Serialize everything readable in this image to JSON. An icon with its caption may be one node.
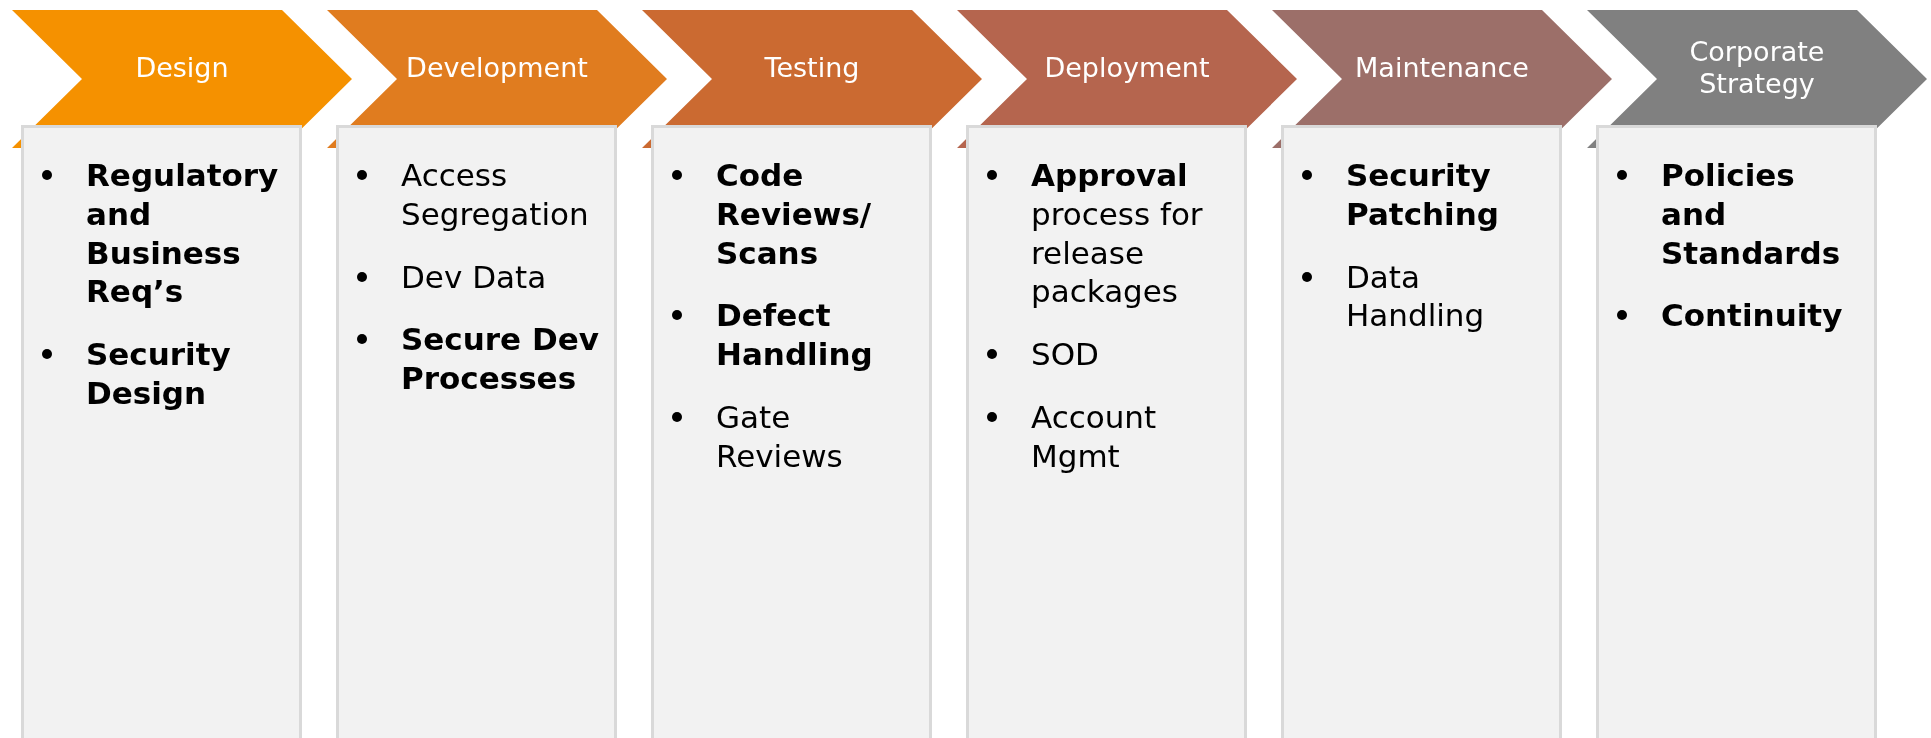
{
  "diagram": {
    "nodes": [
      {
        "text": [
          "Design"
        ]
      },
      {
        "text": [
          "**Regulatory and Business Req’s**",
          "**Security Design**"
        ]
      },
      {
        "text": [
          "Development"
        ]
      },
      {
        "text": [
          "Access Segregation",
          "Dev Data",
          "**Secure Dev Processes**"
        ]
      },
      {
        "text": [
          "Testing"
        ]
      },
      {
        "text": [
          "**Code Reviews/ Scans**",
          "**Defect Handling**",
          "Gate Reviews"
        ]
      },
      {
        "text": [
          "Deployment"
        ]
      },
      {
        "text": [
          "**Approval** process for release packages",
          "SOD",
          "Account Mgmt"
        ]
      },
      {
        "text": [
          "Maintenance"
        ]
      },
      {
        "text": [
          "**Security Patching**",
          "Data Handling"
        ]
      },
      {
        "text": [
          "Corporate Strategy"
        ]
      },
      {
        "text": [
          "**Policies and Standards**",
          "**Continuity**"
        ]
      }
    ]
  }
}
